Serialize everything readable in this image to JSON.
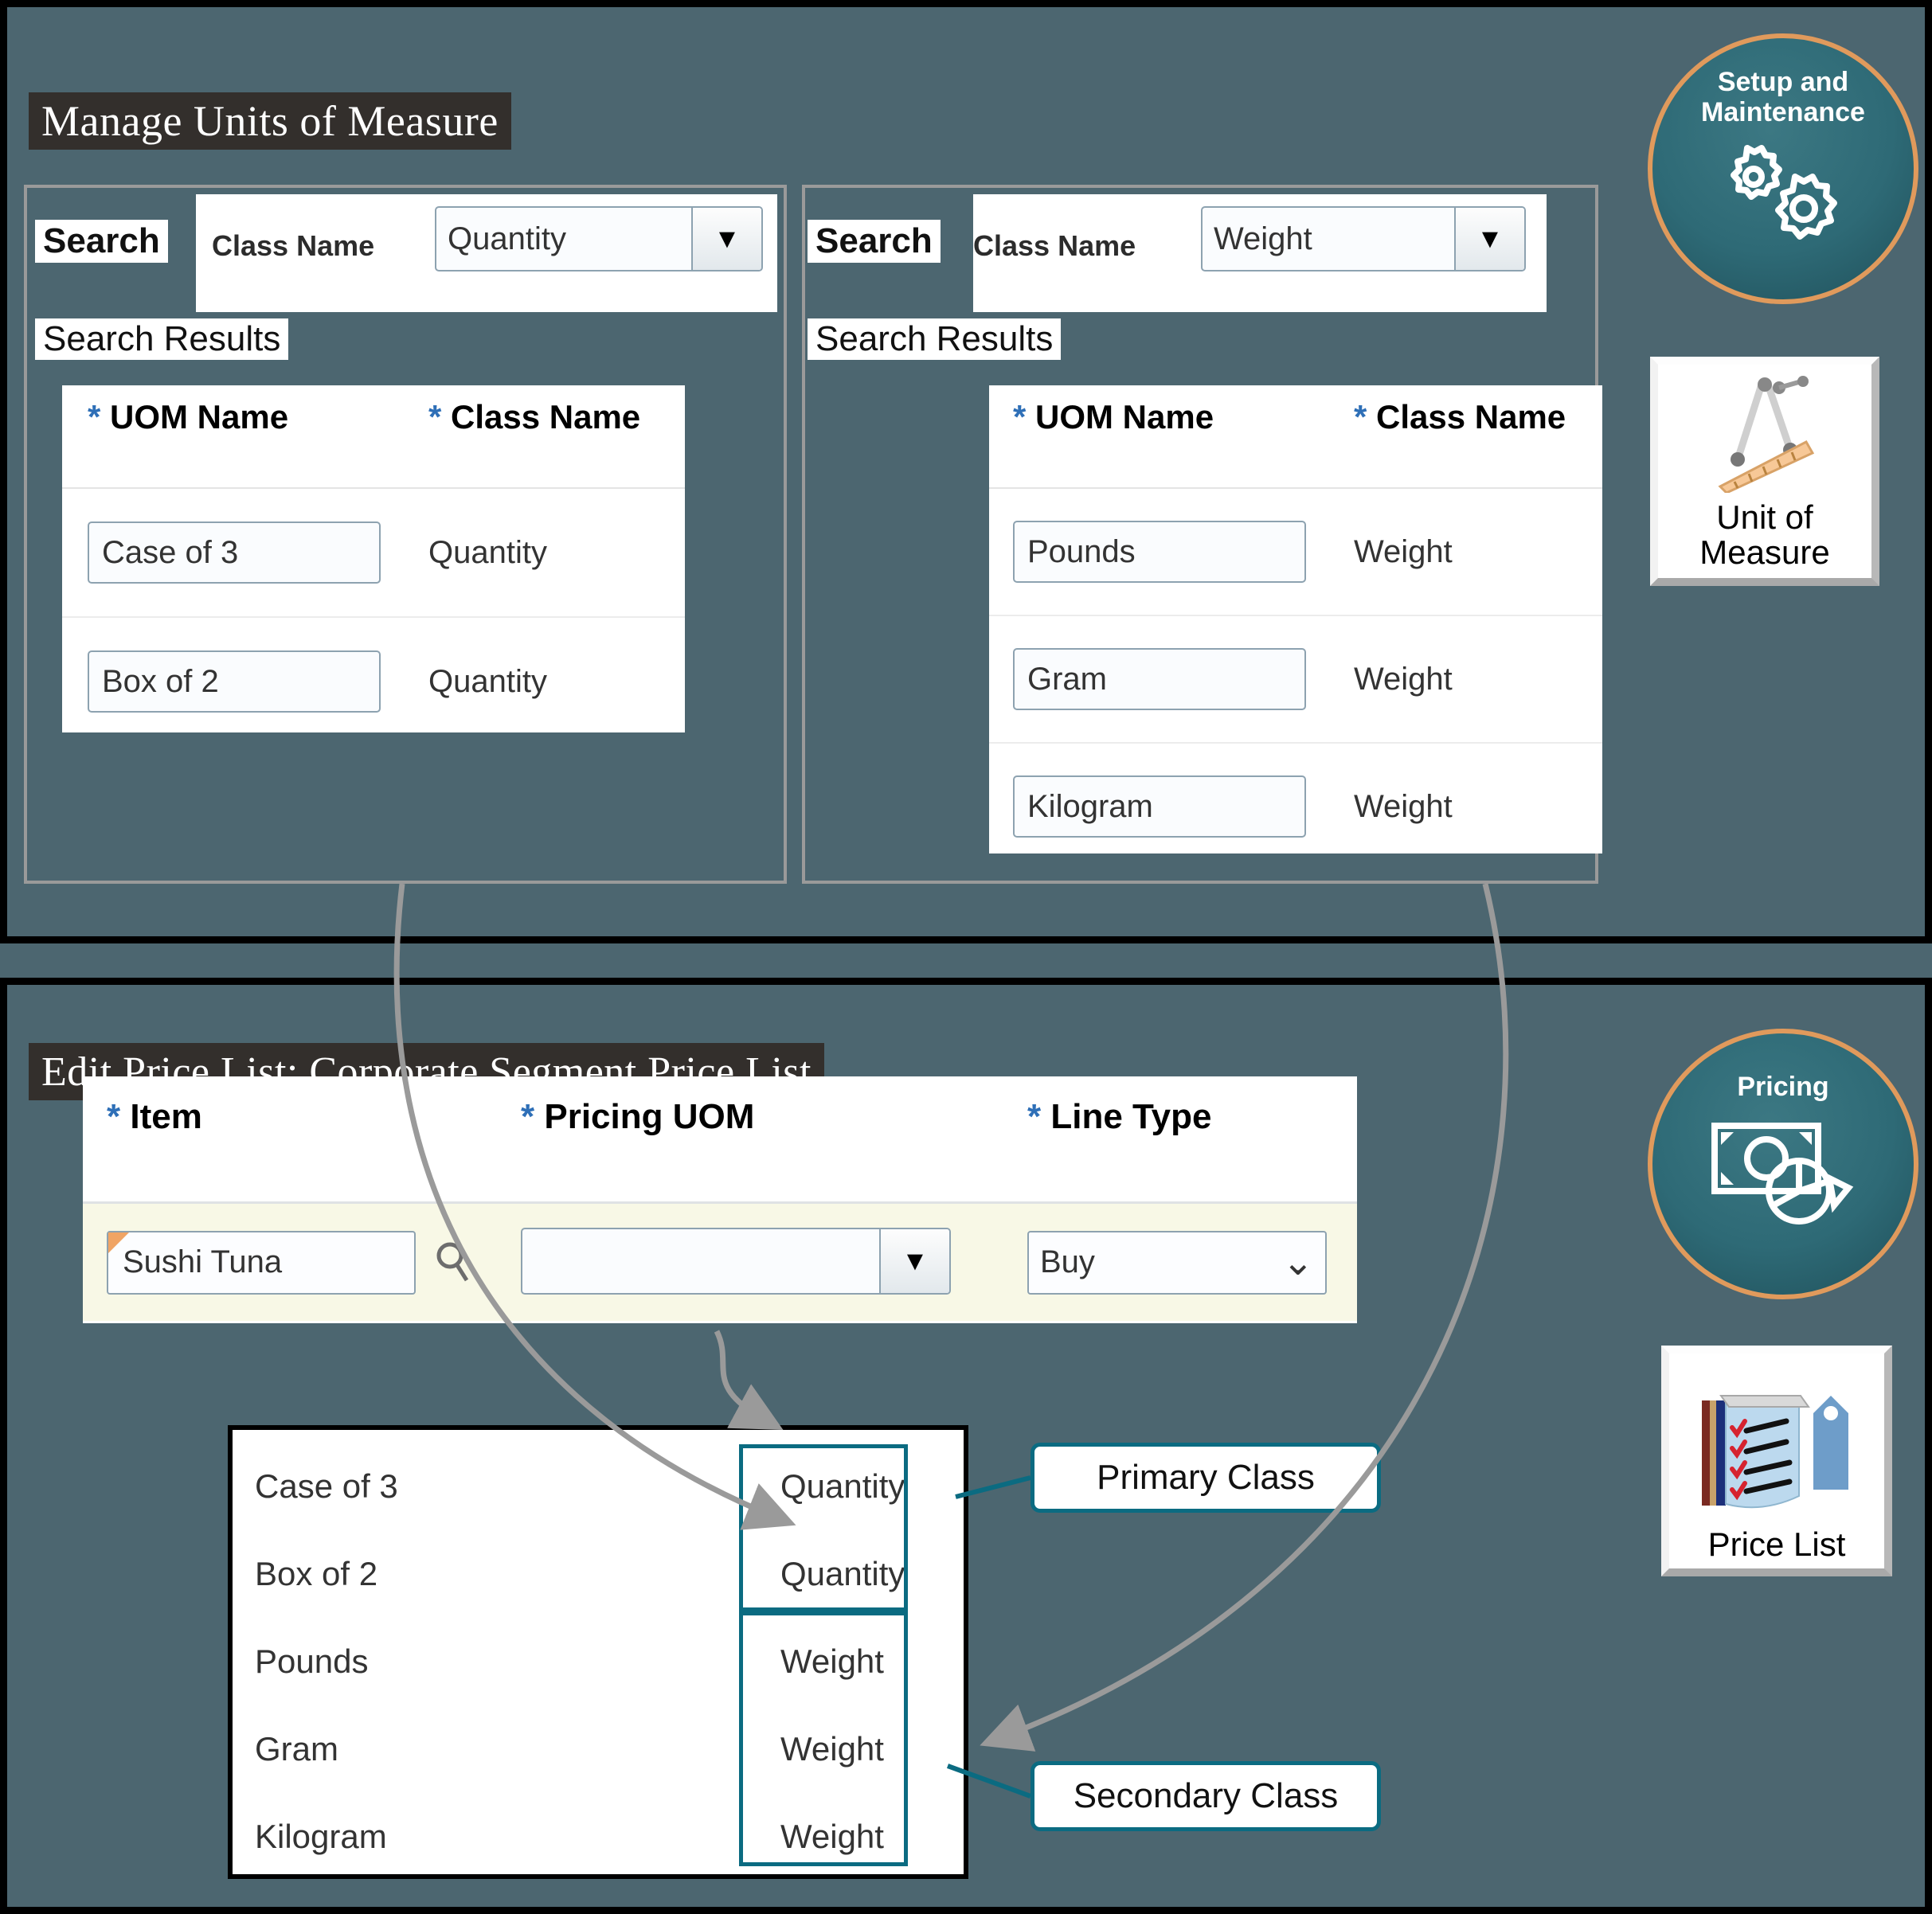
{
  "colors": {
    "page_background": "#4c6670",
    "title_ribbon": "#332f2c",
    "accent_teal": "#0b6b81",
    "accent_orange": "#e09a5c",
    "required_asterisk": "#2e6fb7",
    "row_highlight": "#f8f8e6"
  },
  "uom_section": {
    "title": "Manage Units of Measure",
    "search_left": {
      "search_label": "Search",
      "field_label": "Class Name",
      "field_value": "Quantity",
      "results_label": "Search Results",
      "table": {
        "columns": [
          "UOM Name",
          "Class Name"
        ],
        "rows": [
          {
            "uom_name": "Case of 3",
            "class_name": "Quantity"
          },
          {
            "uom_name": "Box of 2",
            "class_name": "Quantity"
          }
        ]
      }
    },
    "search_right": {
      "search_label": "Search",
      "field_label": "Class Name",
      "field_value": "Weight",
      "results_label": "Search Results",
      "table": {
        "columns": [
          "UOM Name",
          "Class Name"
        ],
        "rows": [
          {
            "uom_name": "Pounds",
            "class_name": "Weight"
          },
          {
            "uom_name": "Gram",
            "class_name": "Weight"
          },
          {
            "uom_name": "Kilogram",
            "class_name": "Weight"
          }
        ]
      }
    }
  },
  "price_list_section": {
    "title": "Edit Price List: Corporate Segment Price List",
    "columns": [
      "Item",
      "Pricing UOM",
      "Line Type"
    ],
    "row": {
      "item": "Sushi Tuna",
      "pricing_uom": "",
      "line_type": "Buy"
    },
    "lov_popup": {
      "items": [
        {
          "uom_name": "Case of 3",
          "class_name": "Quantity"
        },
        {
          "uom_name": "Box of 2",
          "class_name": "Quantity"
        },
        {
          "uom_name": "Pounds",
          "class_name": "Weight"
        },
        {
          "uom_name": "Gram",
          "class_name": "Weight"
        },
        {
          "uom_name": "Kilogram",
          "class_name": "Weight"
        }
      ]
    },
    "callouts": {
      "primary": "Primary Class",
      "secondary": "Secondary Class"
    }
  },
  "rail": {
    "setup_circle": "Setup and\nMaintenance",
    "setup_circle_line1": "Setup and",
    "setup_circle_line2": "Maintenance",
    "uom_tile_line1": "Unit of",
    "uom_tile_line2": "Measure",
    "pricing_circle": "Pricing",
    "pricelist_tile": "Price List"
  },
  "glyphs": {
    "dropdown_arrow": "▼",
    "select_chevron": "⌄",
    "asterisk": "*"
  }
}
